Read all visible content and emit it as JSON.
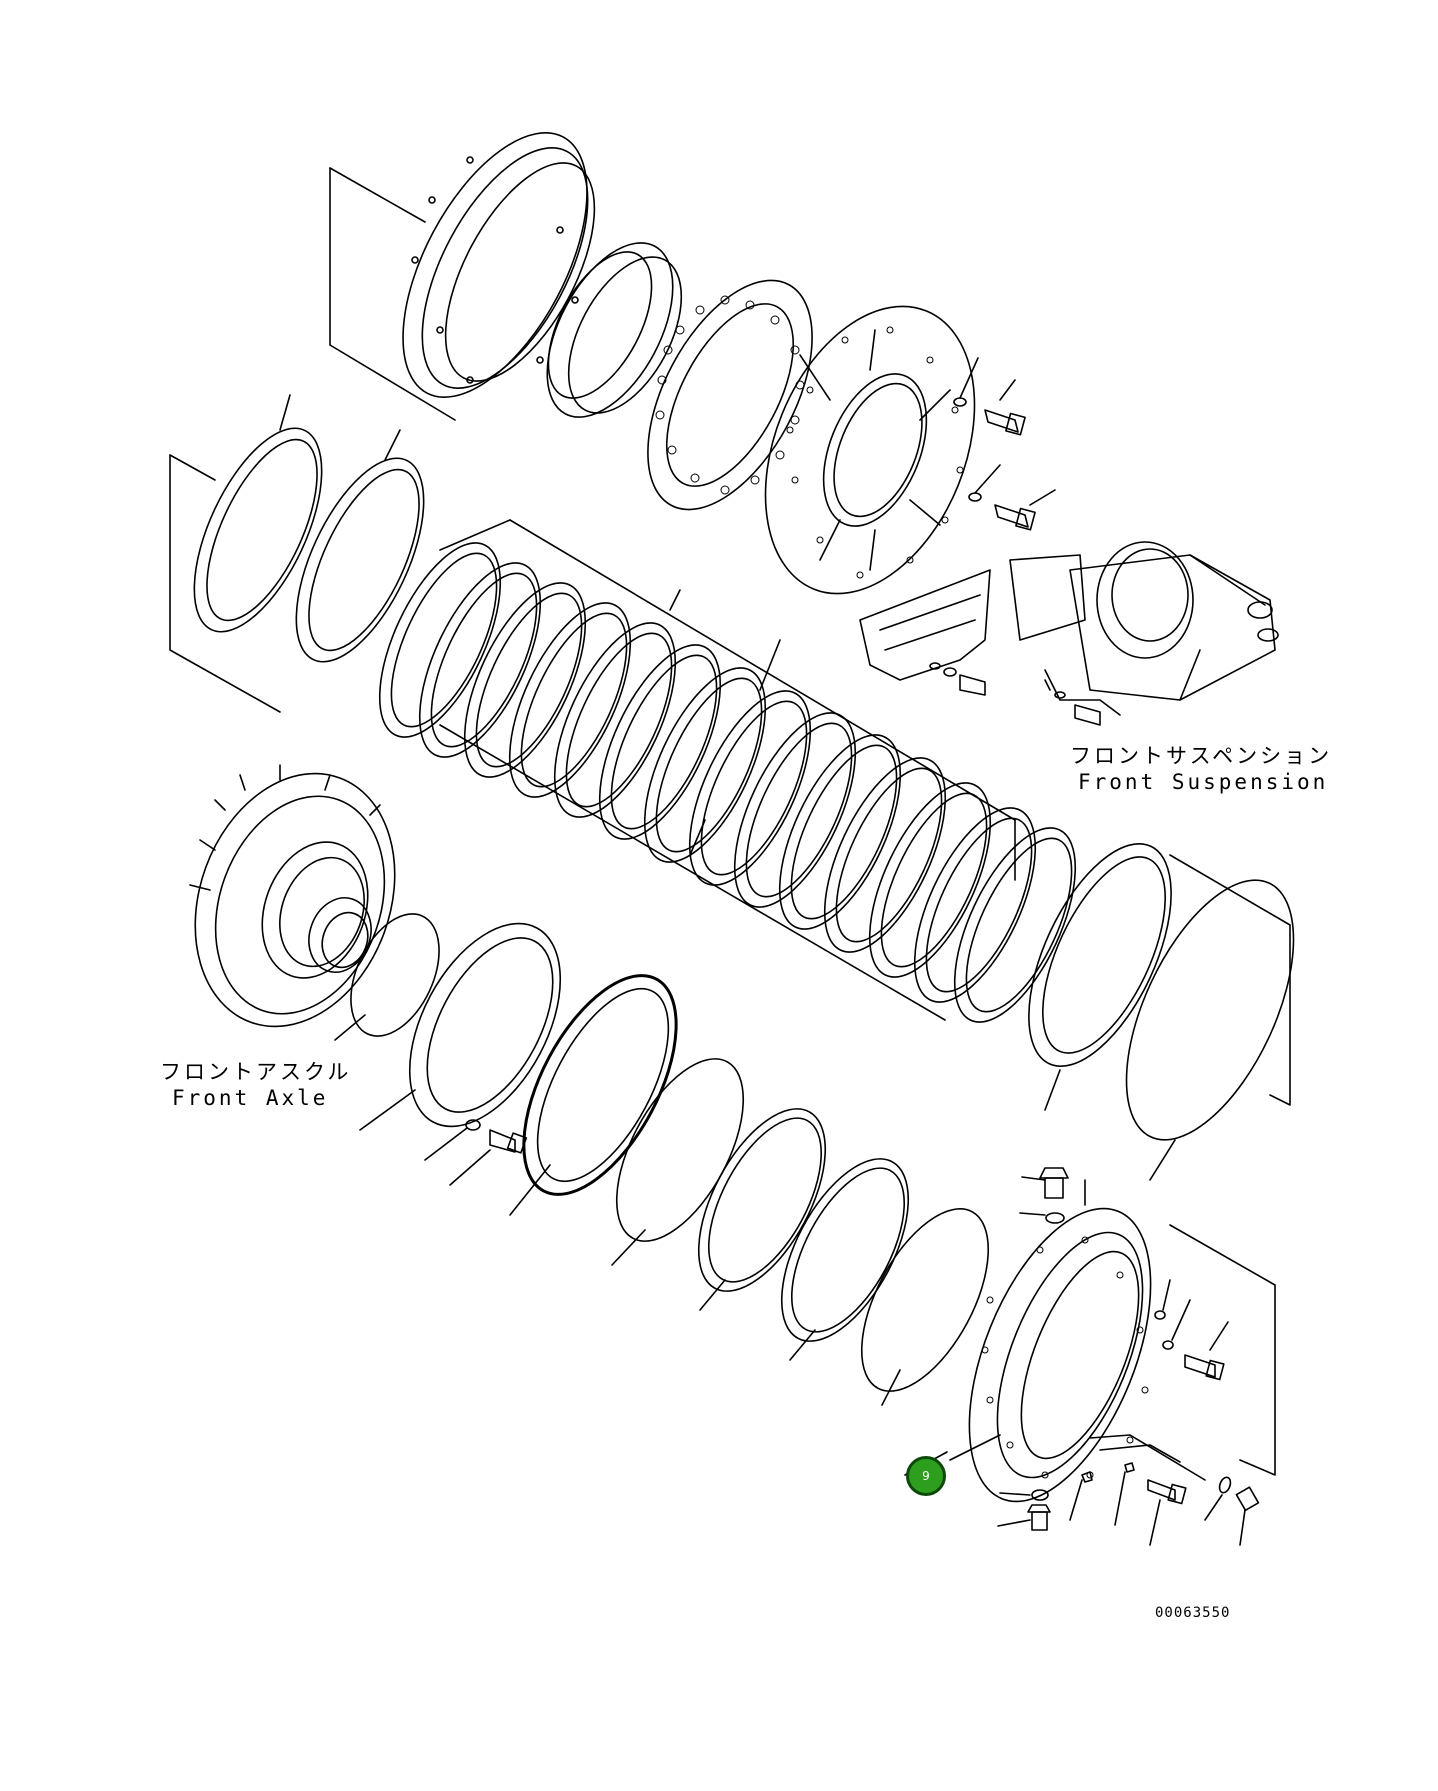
{
  "labels": {
    "front_suspension_jp": "フロントサスペンション",
    "front_suspension_en": "Front Suspension",
    "front_axle_jp": "フロントアスクル",
    "front_axle_en": "Front Axle",
    "drawing_number": "00063550"
  },
  "callouts": [
    {
      "number": "9",
      "color": "#2e9e1f"
    }
  ]
}
